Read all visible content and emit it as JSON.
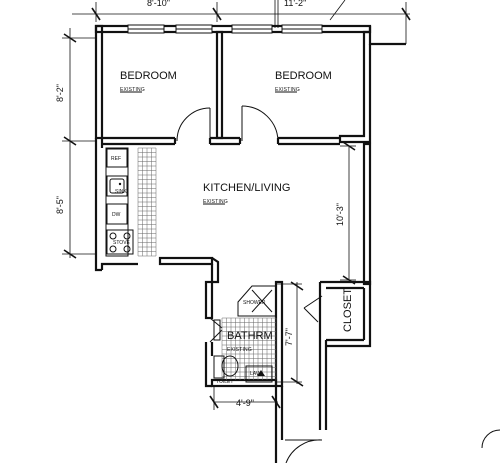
{
  "rooms": {
    "bedroom_left": {
      "label": "BEDROOM",
      "note": "EXISTING"
    },
    "bedroom_right": {
      "label": "BEDROOM",
      "note": "EXISTING"
    },
    "kitchen_living": {
      "label": "KITCHEN/LIVING",
      "note": "EXISTING"
    },
    "bathroom": {
      "label": "BATHRM",
      "note": "EXISTING"
    },
    "closet": {
      "label": "CLOSET"
    }
  },
  "fixtures": {
    "ref": "REF",
    "sink": "SINK",
    "dw": "DW",
    "stove": "STOVE",
    "shower": "SHOWER",
    "toilet": "TOILET",
    "lav": "LAV."
  },
  "dimensions": {
    "top_left": "8'-10\"",
    "top_right": "11'-2\"",
    "left_upper": "8'-2\"",
    "left_lower": "8'-5\"",
    "right_living": "10'-3\"",
    "bath_height": "7'-7\"",
    "bath_width": "4'-9\""
  }
}
